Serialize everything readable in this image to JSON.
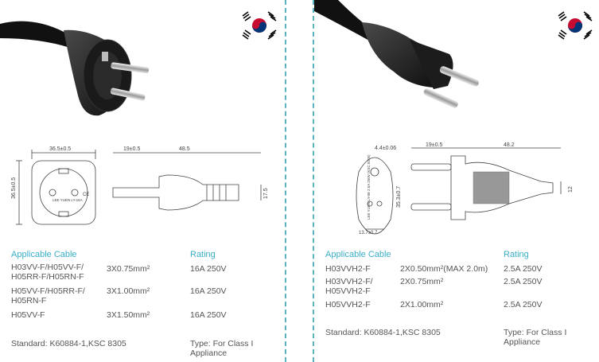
{
  "left": {
    "dims": {
      "width": "36.5±0.5",
      "height": "36.5±0.5",
      "prong_len": "19±0.5",
      "total": "48.5",
      "dia": "17.5",
      "marking": "LEE YUEN\nLY-16A",
      "ce": "CE"
    },
    "table": {
      "col_cable": "Applicable Cable",
      "col_rating": "Rating",
      "rows": [
        {
          "cable": "H03VV-F/H05VV-F/\nH05RR-F/H05RN-F",
          "size": "3X0.75mm²",
          "rating": "16A 250V"
        },
        {
          "cable": "H05VV-F/H05RR-F/\nH05RN-F",
          "size": "3X1.00mm²",
          "rating": "16A 250V"
        },
        {
          "cable": "H05VV-F",
          "size": "3X1.50mm²",
          "rating": "16A 250V"
        }
      ]
    },
    "standard": "Standard: K60884-1,KSC 8305",
    "type": "Type: For Class I\nAppliance"
  },
  "right": {
    "dims": {
      "hole": "4.4±0.06",
      "prong_len": "19±0.5",
      "total": "48.2",
      "face_w": "13.7±0.7",
      "face_h": "35.3±0.7",
      "dia": "12",
      "marking": "LEE YUEN\nLY-08\n2.5A 250V\n(KSC 8305)"
    },
    "table": {
      "col_cable": "Applicable Cable",
      "col_rating": "Rating",
      "rows": [
        {
          "cable": "H03VVH2-F",
          "size": "2X0.50mm²(MAX 2.0m)",
          "rating": "2.5A 250V"
        },
        {
          "cable": "H03VVH2-F/\nH05VVH2-F",
          "size": "2X0.75mm²",
          "rating": "2.5A 250V"
        },
        {
          "cable": "H05VVH2-F",
          "size": "2X1.00mm²",
          "rating": "2.5A 250V"
        }
      ]
    },
    "standard": "Standard: K60884-1,KSC 8305",
    "type": "Type: For Class I\nAppliance"
  },
  "icons": {
    "flag": "korea-flag-icon"
  },
  "colors": {
    "accent": "#3aaec8",
    "border": "#5ab3bd",
    "text": "#555555"
  }
}
